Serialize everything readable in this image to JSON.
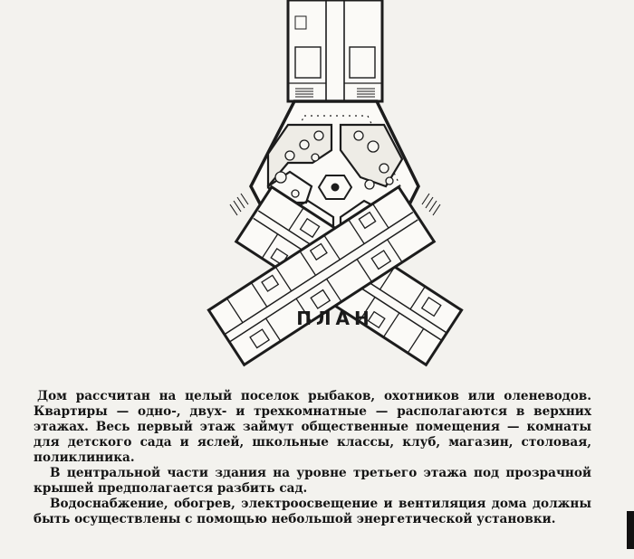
{
  "figure": {
    "caption": "ПЛАН"
  },
  "article": {
    "paragraphs": [
      "Дом рассчитан на целый поселок рыбаков, охотников или оленеводов. Квартиры — одно-, двух- и трехкомнатные — располагаются в верхних этажах. Весь первый этаж займут общественные помещения — комнаты для детского сада и яслей, школьные классы, клуб, магазин, столовая, поликлиника.",
      "В центральной части здания на уровне третьего этажа под прозрачной крышей предполагается разбить сад.",
      "Водоснабжение, обогрев, электроосвещение и вентиляция дома должны быть осуществлены с помощью небольшой энергетической установки."
    ]
  }
}
